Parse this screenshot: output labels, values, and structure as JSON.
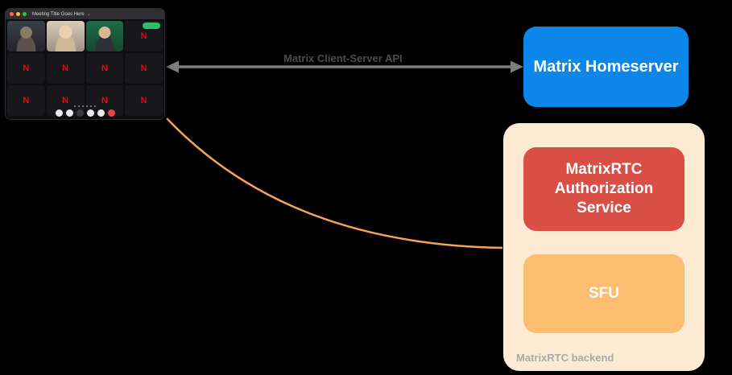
{
  "arrow": {
    "label": "Matrix Client-Server API"
  },
  "homeserver": {
    "label": "Matrix Homeserver"
  },
  "backend": {
    "label": "MatrixRTC backend",
    "auth_service": {
      "label": "MatrixRTC Authorization Service"
    },
    "sfu": {
      "label": "SFU"
    }
  },
  "call_window": {
    "title": "Meeting Title Goes Here",
    "title_chevron": "⌄",
    "avatar_letter": "N"
  },
  "colors": {
    "homeserver_blue": "#0d86e9",
    "auth_red": "#d94f45",
    "sfu_orange": "#fbbd70",
    "backend_cream": "#fcebd2",
    "arrow_gray": "#7d7d7d",
    "curve_orange": "#f6a45b",
    "avatar_red": "#e50914",
    "arrow_label_gray": "#4c4c4c",
    "backend_label_gray": "#a9a9a9"
  }
}
